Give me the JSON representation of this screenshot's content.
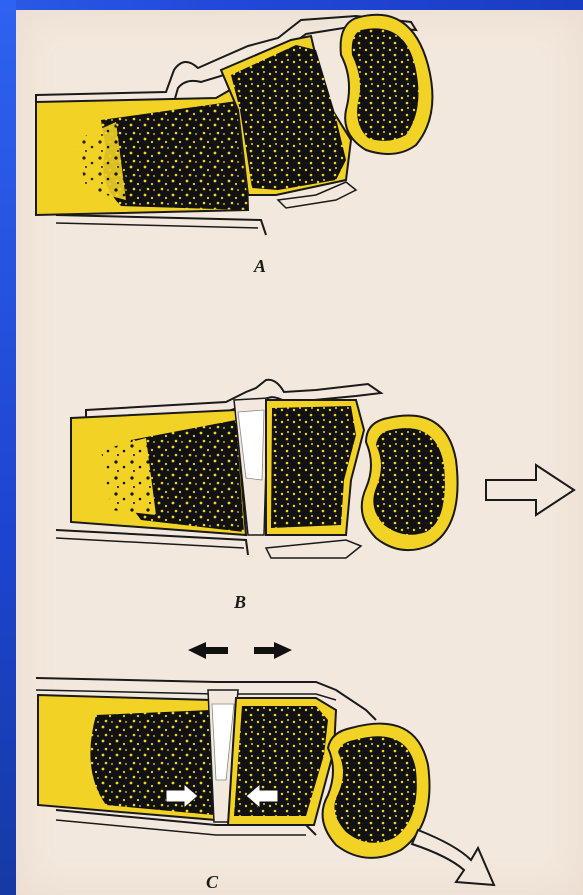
{
  "labels": {
    "panel_a": "A",
    "panel_b": "B",
    "panel_c": "C"
  },
  "colors": {
    "bone_yellow": "#f1d225",
    "trabecular": "#111111",
    "paper": "#f3e8dd",
    "frame_blue": "#1f46d6",
    "line": "#1a1a1a"
  }
}
